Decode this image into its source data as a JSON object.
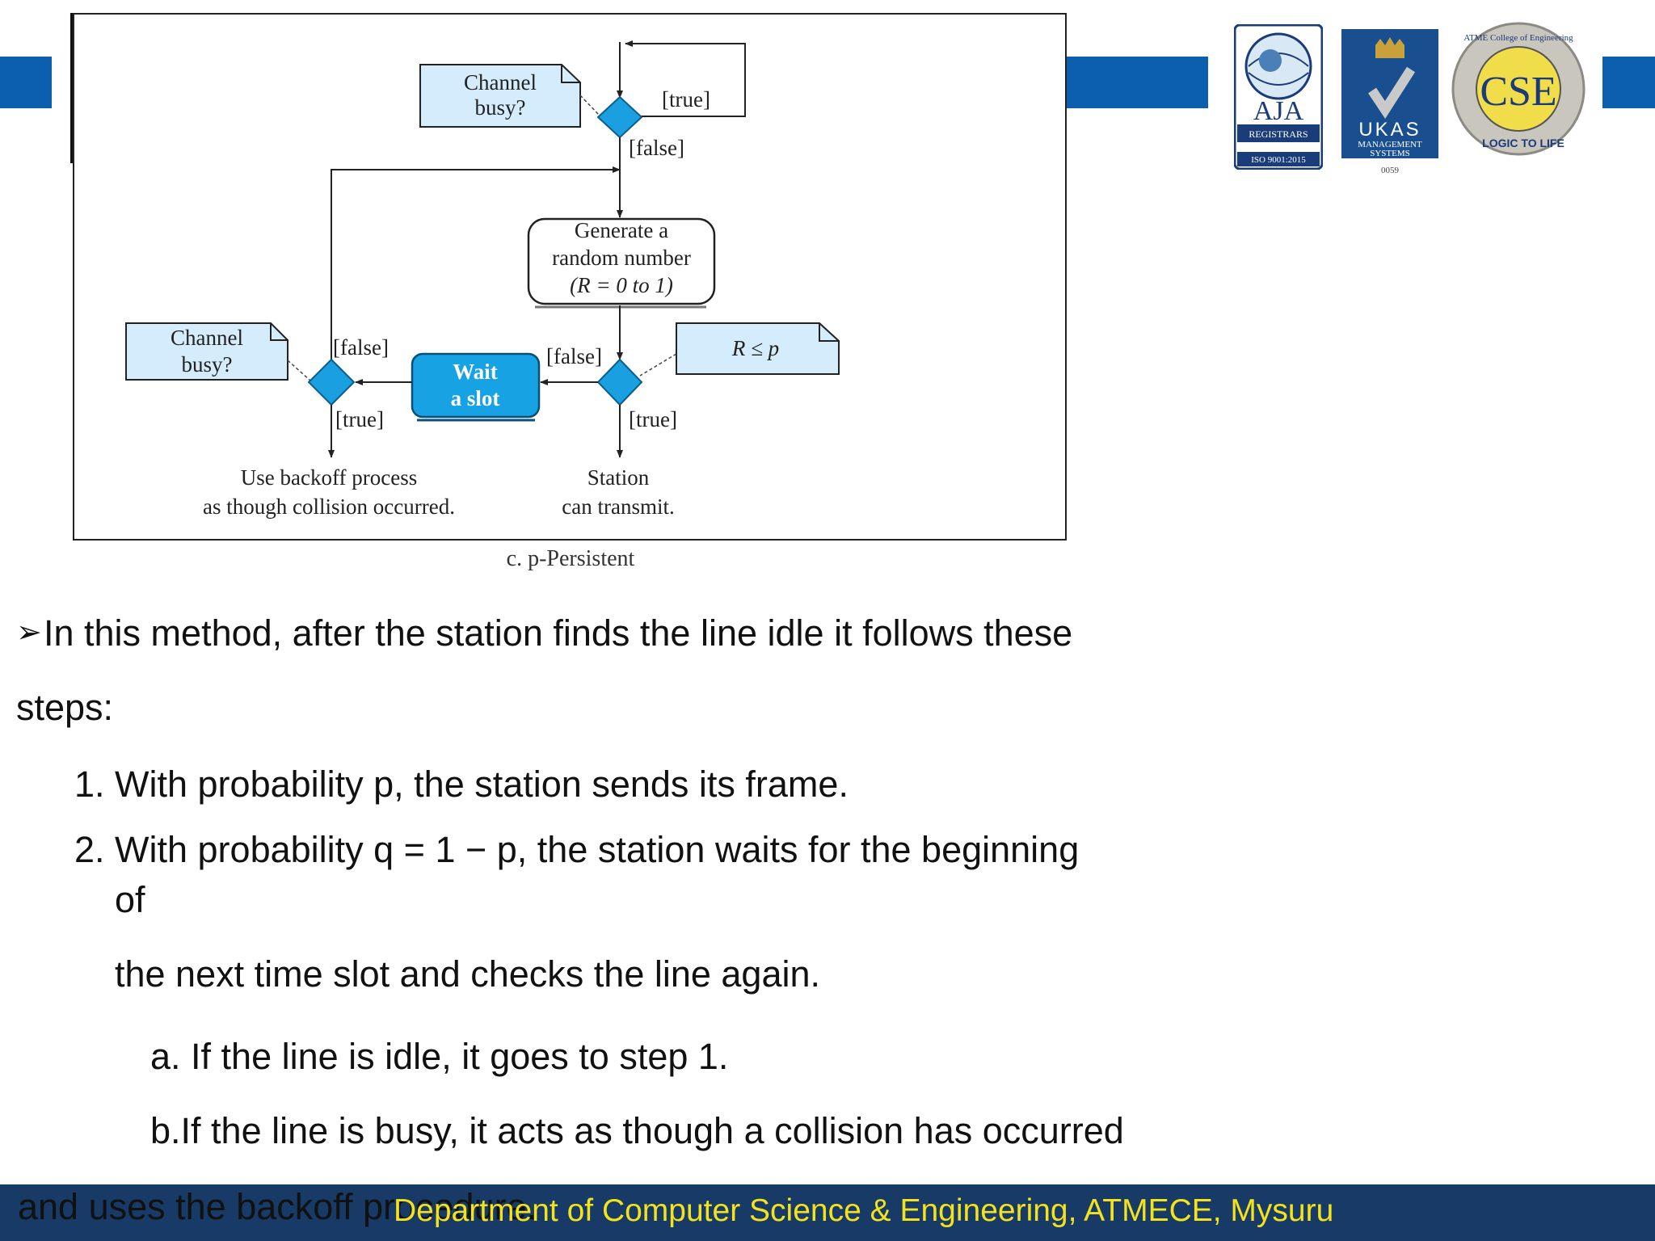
{
  "diagram": {
    "note_channel_busy_top": [
      "Channel",
      "busy?"
    ],
    "label_true_top": "[true]",
    "label_false_top": "[false]",
    "action_generate": [
      "Generate a",
      "random number",
      "(R = 0 to 1)"
    ],
    "note_channel_busy_left": [
      "Channel",
      "busy?"
    ],
    "label_false_left": "[false]",
    "action_wait": [
      "Wait",
      "a slot"
    ],
    "label_false_right": "[false]",
    "note_r_le_p": "R ≤ p",
    "label_true_left": "[true]",
    "label_true_right": "[true]",
    "outcome_backoff": [
      "Use backoff process",
      "as though collision occurred."
    ],
    "outcome_transmit": [
      "Station",
      "can transmit."
    ],
    "caption": "c. p-Persistent",
    "colors": {
      "note_fill": "#d4ecfb",
      "diamond_fill": "#1aa0e0",
      "wait_fill": "#17a2e4"
    }
  },
  "logos": {
    "aja": {
      "title": "AJA",
      "sub": "REGISTRARS",
      "iso": "ISO 9001:2015"
    },
    "ukas": {
      "title": "UKAS",
      "sub1": "MANAGEMENT",
      "sub2": "SYSTEMS",
      "num": "0059"
    },
    "cse": {
      "center": "CSE",
      "ring_top": "ATME College of Engineering",
      "ring_bottom": "LOGIC TO LIFE"
    }
  },
  "content": {
    "bullet_line1": "In this method, after the station finds the line idle it follows these",
    "bullet_line2": "steps:",
    "step1": "1. With probability p, the station sends its frame.",
    "step2_line1": "2. With probability q = 1 − p, the station waits for the beginning",
    "step2_line2": "of",
    "step2_line3": "the next time slot and checks the line again.",
    "sub_a": "a. If the line is idle, it goes to step 1.",
    "sub_b": "b.If the line is busy, it acts as though a collision has occurred",
    "trailing": "and uses the backoff procedure."
  },
  "footer": {
    "text": "Department of Computer Science & Engineering, ATMECE, Mysuru"
  }
}
